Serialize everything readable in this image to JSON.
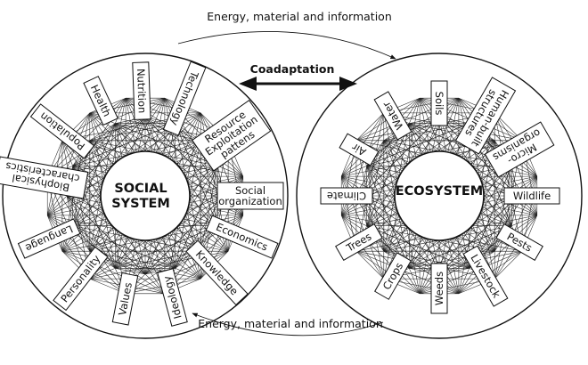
{
  "flows": {
    "top": "Energy, material and information",
    "bottom": "Energy, material and information"
  },
  "coadaptation": "Coadaptation",
  "social": {
    "title_line1": "SOCIAL",
    "title_line2": "SYSTEM",
    "labels": [
      {
        "lines": [
          "Social",
          "organization"
        ]
      },
      {
        "lines": [
          "Economics"
        ]
      },
      {
        "lines": [
          "Knowledge"
        ]
      },
      {
        "lines": [
          "Ideology"
        ]
      },
      {
        "lines": [
          "Values"
        ]
      },
      {
        "lines": [
          "Personality"
        ]
      },
      {
        "lines": [
          "Language"
        ]
      },
      {
        "lines": [
          "Biophysical",
          "characteristics"
        ]
      },
      {
        "lines": [
          "Population"
        ]
      },
      {
        "lines": [
          "Health"
        ]
      },
      {
        "lines": [
          "Nutrition"
        ]
      },
      {
        "lines": [
          "Technology"
        ]
      },
      {
        "lines": [
          "Resource",
          "Exploitation",
          "pattens"
        ]
      }
    ]
  },
  "eco": {
    "title": "ECOSYSTEM",
    "labels": [
      {
        "lines": [
          "Wildlife"
        ]
      },
      {
        "lines": [
          "Pests"
        ]
      },
      {
        "lines": [
          "Livestock"
        ]
      },
      {
        "lines": [
          "Weeds"
        ]
      },
      {
        "lines": [
          "Crops"
        ]
      },
      {
        "lines": [
          "Trees"
        ]
      },
      {
        "lines": [
          "Climate"
        ]
      },
      {
        "lines": [
          "Air"
        ]
      },
      {
        "lines": [
          "Water"
        ]
      },
      {
        "lines": [
          "Soils"
        ]
      },
      {
        "lines": [
          "Human-built",
          "structures"
        ]
      },
      {
        "lines": [
          "Micro-",
          "organisms"
        ]
      }
    ]
  }
}
